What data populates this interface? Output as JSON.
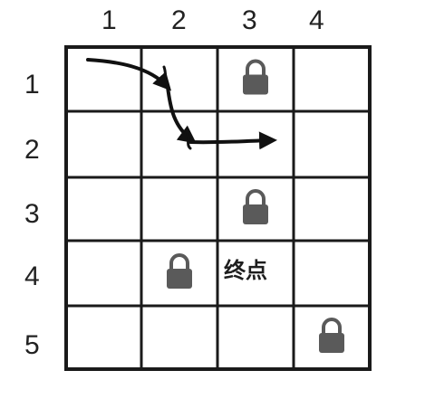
{
  "grid": {
    "column_labels": [
      "1",
      "2",
      "3",
      "4"
    ],
    "row_labels": [
      "1",
      "2",
      "3",
      "4",
      "5"
    ],
    "locked_cells": [
      {
        "row": 1,
        "col": 3
      },
      {
        "row": 3,
        "col": 3
      },
      {
        "row": 4,
        "col": 2
      },
      {
        "row": 5,
        "col": 4
      }
    ],
    "end_cell": {
      "row": 4,
      "col": 3,
      "label": "终点"
    },
    "path_cells": [
      {
        "row": 1,
        "col": 1
      },
      {
        "row": 1,
        "col": 2
      },
      {
        "row": 2,
        "col": 2
      },
      {
        "row": 2,
        "col": 3
      }
    ]
  },
  "icons": {
    "lock": "lock-icon",
    "arrow": "path-arrow"
  },
  "colors": {
    "grid": "#1a1a1a",
    "lock": "#5a5a5a",
    "arrow": "#111111"
  }
}
